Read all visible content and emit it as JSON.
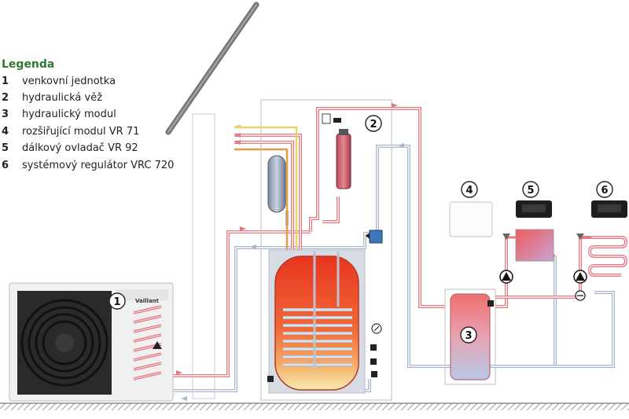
{
  "legend": {
    "title": "Legenda",
    "items": [
      {
        "num": "1",
        "label": "venkovní jednotka"
      },
      {
        "num": "2",
        "label": "hydraulická věž"
      },
      {
        "num": "3",
        "label": "hydraulický modul"
      },
      {
        "num": "4",
        "label": "rozšiřující modul VR 71"
      },
      {
        "num": "5",
        "label": "dálkový ovladač VR 92"
      },
      {
        "num": "6",
        "label": "systémový regulátor VRC 720"
      }
    ]
  },
  "callouts": [
    "1",
    "2",
    "3",
    "4",
    "5",
    "6"
  ],
  "outdoor_unit": {
    "brand": "Vaillant"
  },
  "colors": {
    "hot_pipe": "#e07a80",
    "cold_pipe": "#a9b6cc",
    "legend_title": "#2f7a31",
    "tank_hot": "#ef4a2a",
    "tank_warm": "#f7e9a8",
    "controller": "#1e1e1e"
  },
  "icons": [
    "pump-icon",
    "valve-icon",
    "thermometer-icon",
    "expansion-vessel-icon",
    "heating-element-icon",
    "radiator-icon",
    "floor-heating-coil-icon",
    "fan-icon",
    "ground-hatch"
  ]
}
